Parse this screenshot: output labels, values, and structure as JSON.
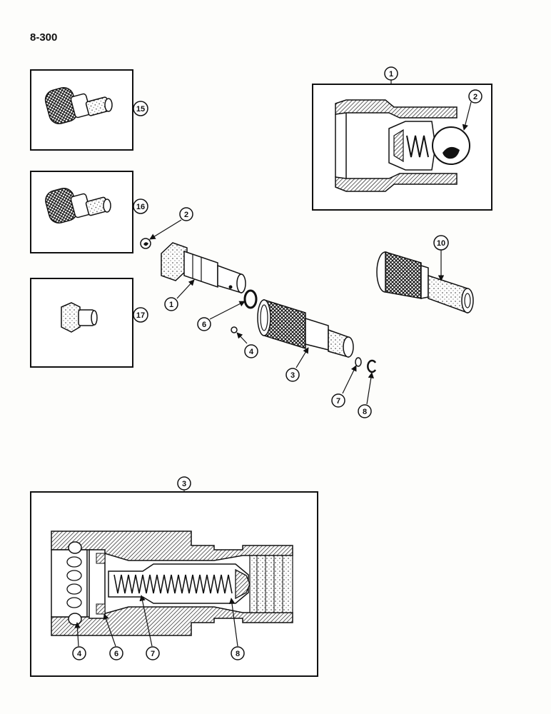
{
  "page_number": "8-300",
  "callouts": {
    "c1_top": "1",
    "c2_detail": "2",
    "c15": "15",
    "c16": "16",
    "c17": "17",
    "c2_ball": "2",
    "c1_part": "1",
    "c6": "6",
    "c4": "4",
    "c3": "3",
    "c7": "7",
    "c8": "8",
    "c10": "10",
    "c3_title": "3",
    "c4_bottom": "4",
    "c6_bottom": "6",
    "c7_bottom": "7",
    "c8_bottom": "8"
  }
}
